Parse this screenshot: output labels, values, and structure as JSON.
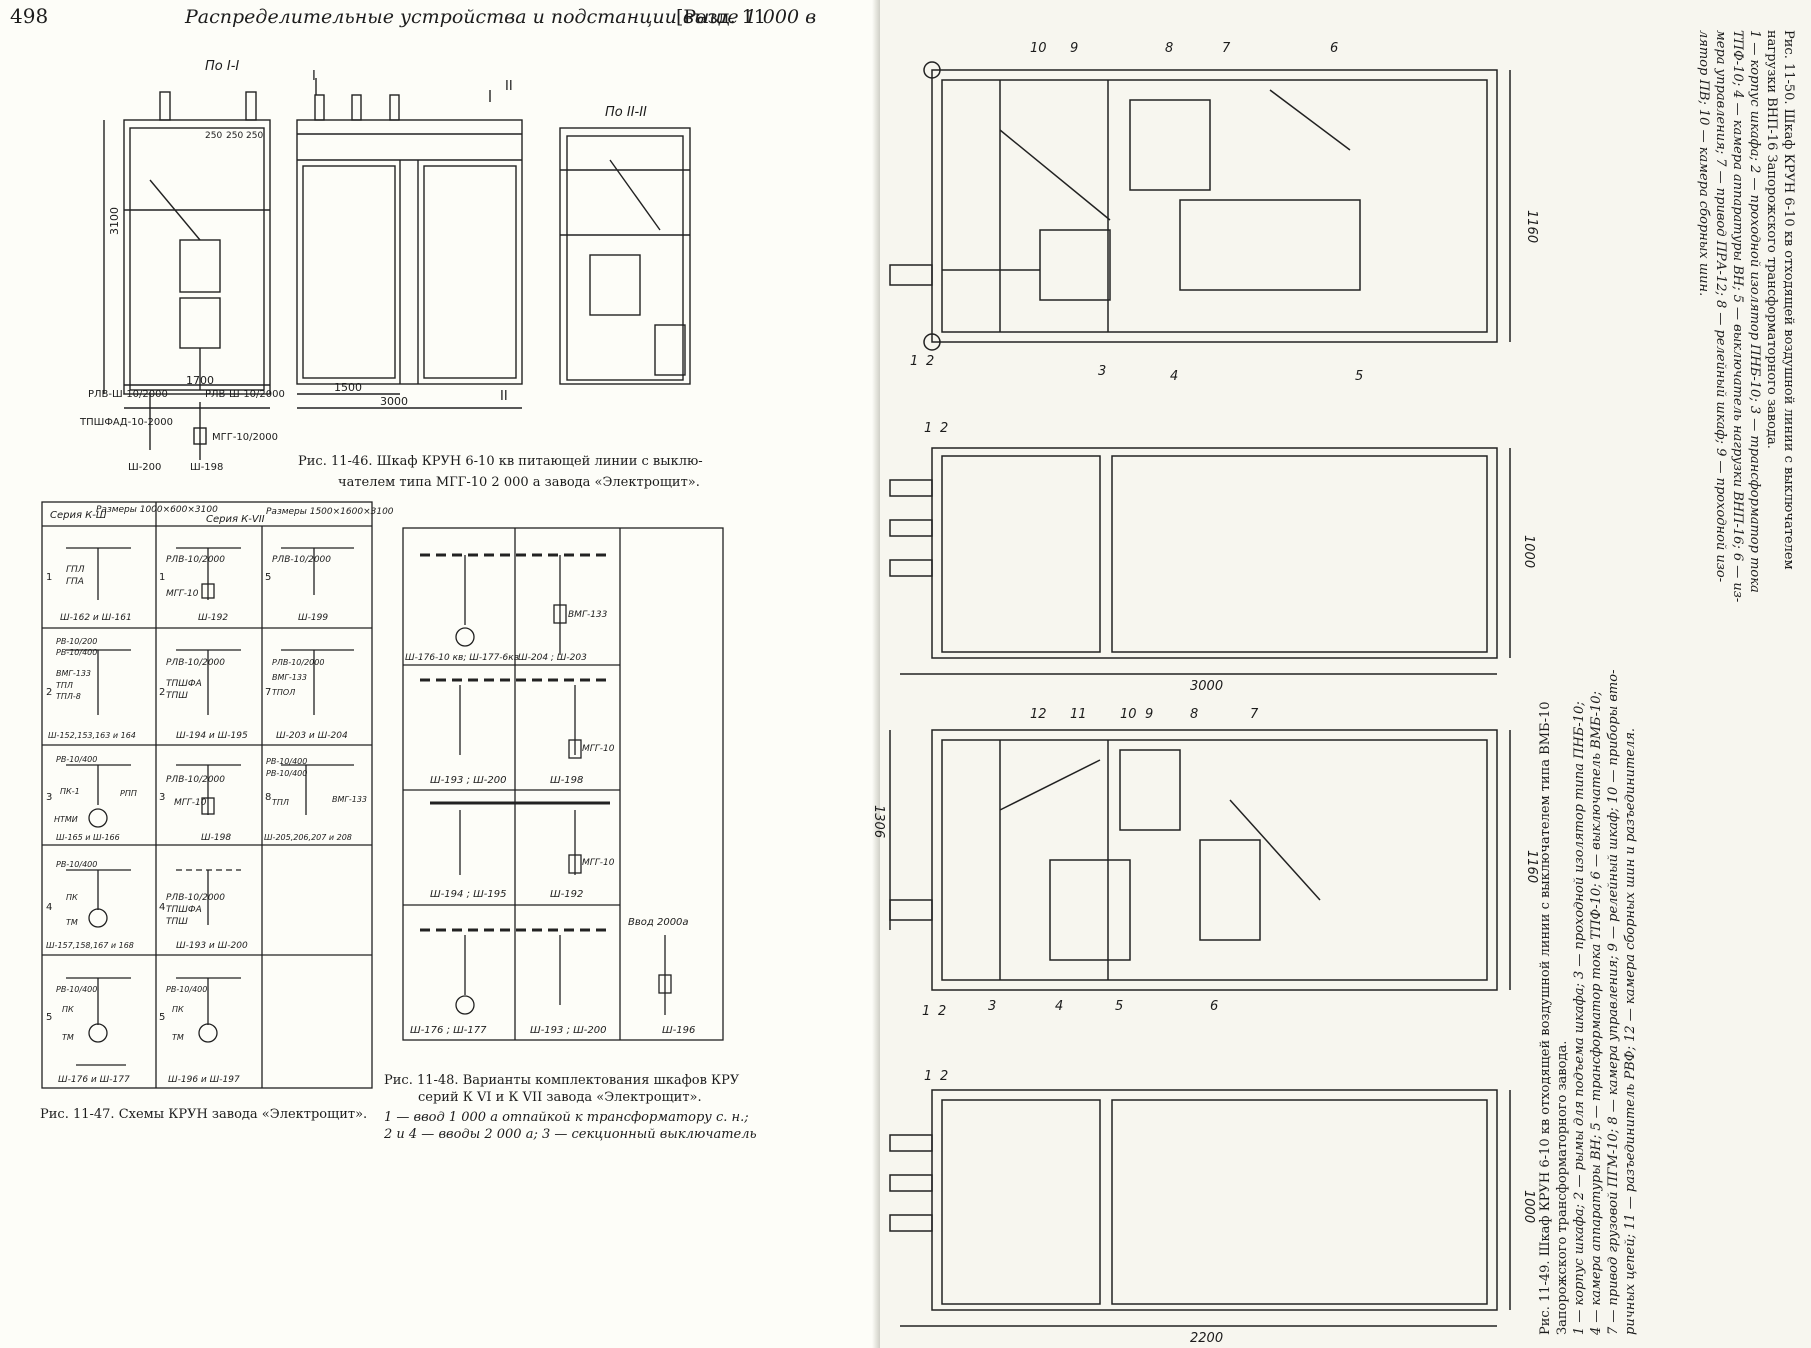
{
  "left_page": {
    "page_number": "498",
    "running_title": "Распределительные устройства и подстанции выше 1 000 в",
    "section": "[Разд. 11",
    "fig46": {
      "section_labels": [
        "По I-I",
        "По II-II",
        "I",
        "II",
        "II"
      ],
      "dimensions": [
        "3100",
        "1700",
        "1500",
        "3000"
      ],
      "small_labels": [
        "250",
        "250",
        "250"
      ],
      "scheme_labels": [
        "РЛВ-Ш-10/2000",
        "РЛВ-Ш-10/2000",
        "ТПШФАД-10-2000",
        "МГГ-10/2000",
        "Ш-200",
        "Ш-198"
      ],
      "caption_1": "Рис. 11-46. Шкаф КРУН 6-10 кв питающей линии с выклю-",
      "caption_2": "чателем типа МГГ-10 2 000 а завода «Электрощит»."
    },
    "fig47": {
      "header_left_series": "Серия К-Ш",
      "header_left_sizes": "Размеры 1000×600×3100",
      "header_right_series": "Серия К-VII",
      "header_right_sizes": "Размеры 1500×1600×3100",
      "rows": [
        {
          "num": "1",
          "c1": [
            "ГПЛ",
            "ГПА",
            "Ш-162 и Ш-161"
          ],
          "c2": [
            "РЛВ-10/2000",
            "МГГ-10",
            "Ш-192"
          ],
          "c3": [
            "РЛВ-10/2000",
            "Ш-199"
          ],
          "n2": "1",
          "n3": "5"
        },
        {
          "num": "2",
          "c1": [
            "РВ-10/200",
            "РВ-10/400",
            "ВМГ-133",
            "ТПЛ",
            "ТПЛ-8",
            "Ш-152,153,163 и 164"
          ],
          "c2": [
            "РЛВ-10/2000",
            "ТПШФА",
            "ТПШ",
            "Ш-194 и Ш-195"
          ],
          "c3": [
            "РЛВ-10/2000",
            "ВМГ-133",
            "ТПОЛ",
            "Ш-203 и Ш-204"
          ],
          "n2": "2",
          "n3": "7"
        },
        {
          "num": "3",
          "c1": [
            "РВ-10/400",
            "ПК-1",
            "РПП",
            "НТМИ",
            "Ш-165 и Ш-166"
          ],
          "c2": [
            "РЛВ-10/2000",
            "МГГ-10",
            "Ш-198"
          ],
          "c3": [
            "РВ-10/400",
            "РВ-10/400",
            "ВМГ-133",
            "ТПЛ",
            "Ш-205,206,207 и 208"
          ],
          "n2": "3",
          "n3": "8"
        },
        {
          "num": "4",
          "c1": [
            "РВ-10/400",
            "ПК",
            "ТМ",
            "Ш-157,158,167 и 168"
          ],
          "c2": [
            "РЛВ-10/2000",
            "ТПШФА",
            "ТПШ",
            "Ш-193 и Ш-200"
          ],
          "c3": [],
          "n2": "4",
          "n3": ""
        },
        {
          "num": "5",
          "c1": [
            "РВ-10/400",
            "ПК",
            "ТМ",
            "Ш-176 и Ш-177"
          ],
          "c2": [
            "РВ-10/400",
            "ПК",
            "ТМ",
            "Ш-196 и Ш-197"
          ],
          "c3": [],
          "n2": "5",
          "n3": ""
        }
      ],
      "caption": "Рис. 11-47. Схемы КРУН завода «Электрощит»."
    },
    "fig48": {
      "rows": [
        {
          "left": "Ш-176-10 кв; Ш-177-6кв",
          "right": "Ш-204 ; Ш-203",
          "device": "ВМГ-133"
        },
        {
          "left": "Ш-193 ; Ш-200",
          "right": "Ш-198",
          "device": "МГГ-10"
        },
        {
          "left": "Ш-194 ; Ш-195",
          "right": "Ш-192",
          "device": "МГГ-10"
        },
        {
          "left": "Ш-176 ; Ш-177",
          "right": "Ш-193 ; Ш-200",
          "right2": "Ш-196",
          "device": "Ввод 2000а"
        }
      ],
      "caption_1": "Рис. 11-48. Варианты комплектования шкафов КРУ",
      "caption_2": "серий К VI и К VII завода «Электрощит».",
      "caption_3": "1 — ввод 1 000 а отпайкой к трансформатору с. н.;",
      "caption_4": "2 и 4 — вводы 2 000 а; 3 — секционный выключатель"
    }
  },
  "right_page": {
    "fig50": {
      "callouts": [
        "10",
        "9",
        "8",
        "7",
        "6",
        "1",
        "2",
        "3",
        "4",
        "5",
        "1",
        "2"
      ],
      "dimensions": [
        "1160",
        "1000",
        "3000"
      ],
      "caption_lines": [
        "Рис. 11-50. Шкаф КРУН 6-10 кв отходящей воздушной линии с выключателем",
        "нагрузки ВНП-16 Запорожского трансформаторного завода.",
        "1 — корпус шкафа; 2 — проходной изолятор ПНБ-10; 3 — трансформатор тока",
        "ТПФ-10; 4 — камера аппаратуры ВН; 5 — выключатель нагрузки ВНП-16; 6 — из-",
        "мера управления; 7 — привод ПРА-12; 8 — релейный шкаф; 9 — проходной изо-",
        "лятор ПВ; 10 — камера сборных шин."
      ]
    },
    "fig49": {
      "callouts": [
        "12",
        "11",
        "10",
        "9",
        "8",
        "7",
        "1",
        "2",
        "3",
        "4",
        "5",
        "6",
        "1",
        "2"
      ],
      "dimensions": [
        "1306",
        "1160",
        "1000",
        "2200"
      ],
      "caption_lines": [
        "Рис. 11-49. Шкаф КРУН 6-10 кв отходящей воздушной линии с выключателем типа ВМБ-10",
        "Запорожского трансформаторного завода.",
        "1 — корпус шкафа; 2 — рымы для подъема шкафа; 3 — проходной изолятор типа ПНБ-10;",
        "4 — камера аппаратуры ВН; 5 — трансформатор тока ТПФ-10; 6 — выключатель ВМБ-10;",
        "7 — привод грузовой ПГМ-10; 8 — камера управления; 9 — релейный шкаф; 10 — приборы вто-",
        "ричных цепей; 11 — разъединитель РВФ; 12 — камера сборных шин и разъединителя."
      ]
    }
  },
  "colors": {
    "paper": "#fbfbf6",
    "ink": "#1c1c1c"
  }
}
